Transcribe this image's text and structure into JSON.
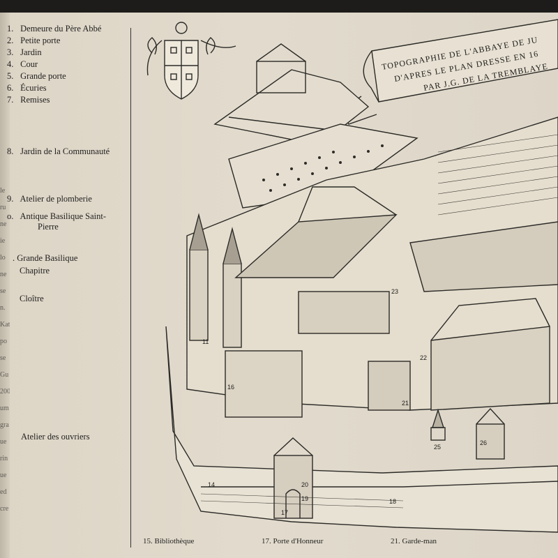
{
  "legend": {
    "items": [
      {
        "num": "1.",
        "label": "Demeure du Père Abbé"
      },
      {
        "num": "2.",
        "label": "Petite porte"
      },
      {
        "num": "3.",
        "label": "Jardin"
      },
      {
        "num": "4.",
        "label": "Cour"
      },
      {
        "num": "5.",
        "label": "Grande porte"
      },
      {
        "num": "6.",
        "label": "Écuries"
      },
      {
        "num": "7.",
        "label": "Remises"
      },
      {
        "num": "8.",
        "label": "Jardin de la Communauté"
      },
      {
        "num": "9.",
        "label": "Atelier de plomberie"
      },
      {
        "num": "o.",
        "label": "Antique Basilique Saint-"
      },
      {
        "num": "",
        "label": "Pierre"
      },
      {
        "num": ".",
        "label": "Grande Basilique"
      },
      {
        "num": "",
        "label": "Chapitre"
      },
      {
        "num": "",
        "label": "Cloître"
      },
      {
        "num": "",
        "label": "Atelier des ouvriers"
      }
    ]
  },
  "banner": {
    "line1": "TOPOGRAPHIE DE L'ABBAYE DE JU",
    "line2": "D'APRES LE PLAN DRESSE EN 16",
    "line3": "PAR J.G. DE LA TREMBLAYE"
  },
  "plan_numbers": [
    "11",
    "14",
    "16",
    "17",
    "18",
    "19",
    "20",
    "21",
    "22",
    "23",
    "25",
    "26"
  ],
  "captions": {
    "c15": "15. Bibliothèque",
    "c17": "17. Porte d'Honneur",
    "c21": "21. Garde-man"
  },
  "left_strip_fragments": [
    "le",
    "ru",
    "ne",
    "ie",
    "lo",
    "ne",
    "se",
    "n.",
    "Kat",
    "po",
    "se",
    "Gu",
    "200",
    "um",
    "gra",
    "ue",
    "rin",
    "ue",
    "ed",
    "cre"
  ]
}
